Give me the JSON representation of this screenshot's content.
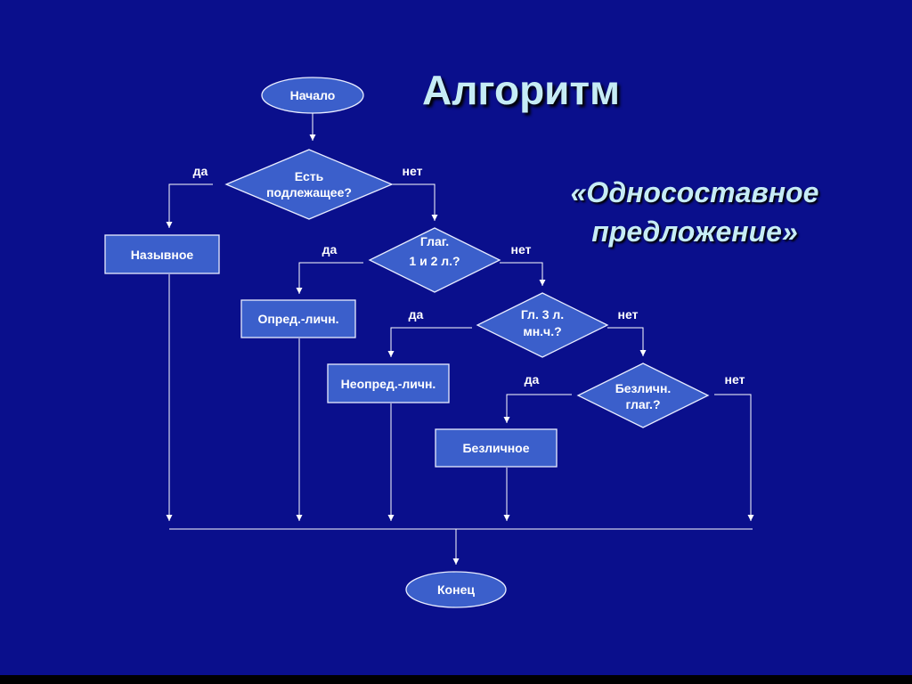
{
  "title": "Алгоритм",
  "subtitle": [
    "«Односоставное",
    "предложение»"
  ],
  "nodes": {
    "start": "Начало",
    "q_subject": [
      "Есть",
      "подлежащее?"
    ],
    "nominative": "Назывное",
    "q_verb12": [
      "Глаг.",
      "1 и 2 л.?"
    ],
    "def_personal": "Опред.-личн.",
    "q_verb3": [
      "Гл. 3 л.",
      "мн.ч.?"
    ],
    "indef_personal": "Неопред.-личн.",
    "q_impersonal": [
      "Безличн.",
      "глаг.?"
    ],
    "impersonal": "Безличное",
    "end": "Конец"
  },
  "labels": {
    "yes": "да",
    "no": "нет"
  }
}
